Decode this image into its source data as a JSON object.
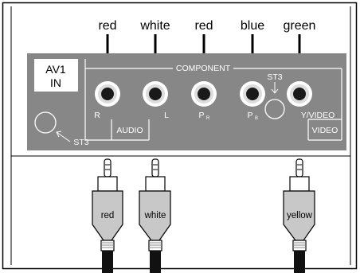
{
  "wire_labels": {
    "r": "red",
    "l": "white",
    "pr": "red",
    "pb": "blue",
    "y": "green"
  },
  "panel": {
    "input_name_line1": "AV1",
    "input_name_line2": "IN",
    "component_label": "COMPONENT",
    "audio_label": "AUDIO",
    "video_label": "VIDEO",
    "st3_center": "ST3",
    "st3_left": "ST3",
    "jack_r": "R",
    "jack_l": "L",
    "jack_pr": "P",
    "jack_pr_sub": "R",
    "jack_pb": "P",
    "jack_pb_sub": "B",
    "jack_y": "Y/VIDEO"
  },
  "plugs": {
    "left_1": "red",
    "left_2": "white",
    "right": "yellow"
  },
  "colors": {
    "panel": "#878787",
    "plug_body": "#c8c8c8",
    "cable": "#111111",
    "jack_ring": "#ffffff"
  }
}
